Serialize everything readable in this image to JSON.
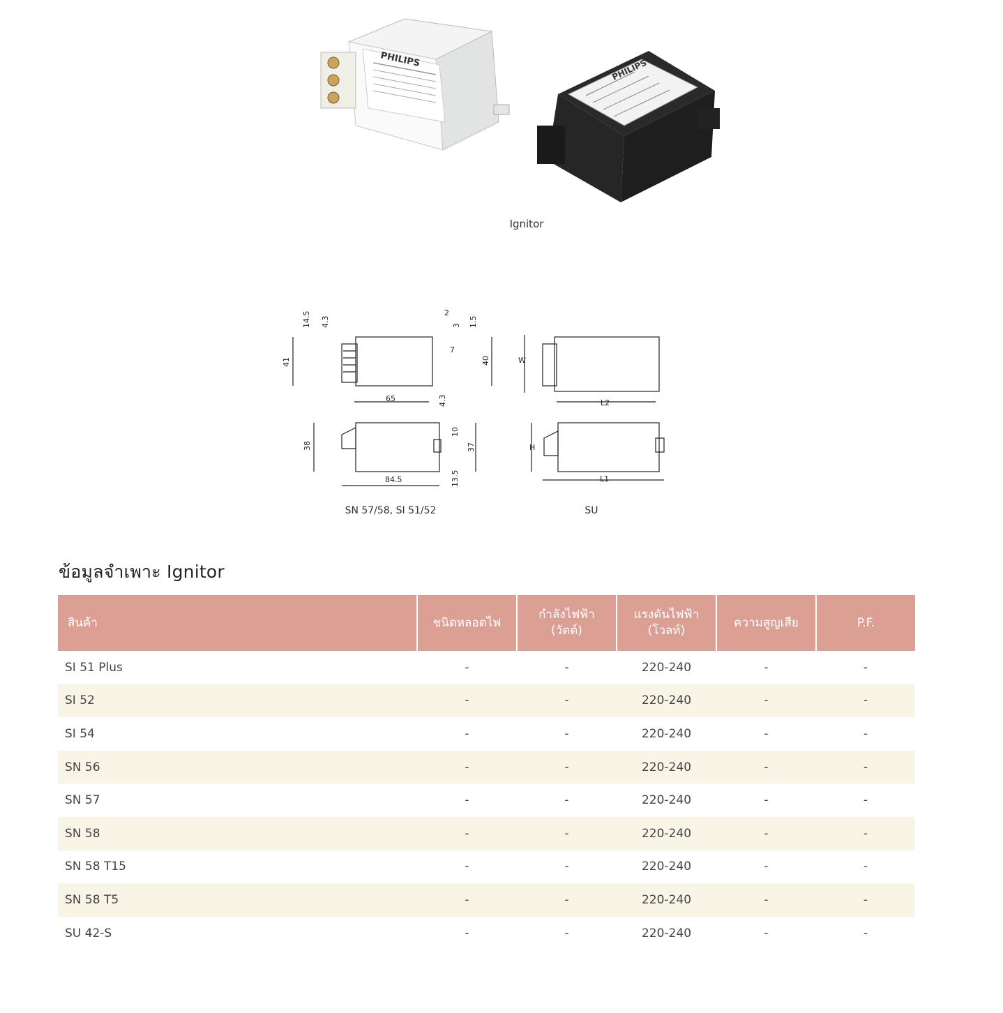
{
  "photo_caption": "Ignitor",
  "product_photos": [
    {
      "label": "SU ignitor (white)",
      "brand_text": "PHILIPS"
    },
    {
      "label": "SI 51 ignitor (black)",
      "brand_text": "PHILIPS"
    }
  ],
  "drawings": {
    "left_caption": "SN 57/58, SI 51/52",
    "right_caption": "SU",
    "left_top_dims": [
      "14.5",
      "4.3",
      "2",
      "3",
      "1.5",
      "7",
      "41",
      "40",
      "4.3",
      "65"
    ],
    "left_bottom_dims": [
      "38",
      "10",
      "37",
      "84.5",
      "13.5"
    ],
    "right_top_dims": [
      "W",
      "L2"
    ],
    "right_bottom_dims": [
      "H",
      "L1"
    ]
  },
  "section_title": "ข้อมูลจำเพาะ Ignitor",
  "table": {
    "headers": [
      "สินค้า",
      "ชนิดหลอดไฟ",
      "กำลังไฟฟ้า\n(วัตต์)",
      "แรงดันไฟฟ้า\n(โวลท์)",
      "ความสูญเสีย",
      "P.F."
    ],
    "rows": [
      [
        "SI 51 Plus",
        "-",
        "-",
        "220-240",
        "-",
        "-"
      ],
      [
        "SI 52",
        "-",
        "-",
        "220-240",
        "-",
        "-"
      ],
      [
        "SI 54",
        "-",
        "-",
        "220-240",
        "-",
        "-"
      ],
      [
        "SN 56",
        "-",
        "-",
        "220-240",
        "-",
        "-"
      ],
      [
        "SN 57",
        "-",
        "-",
        "220-240",
        "-",
        "-"
      ],
      [
        "SN 58",
        "-",
        "-",
        "220-240",
        "-",
        "-"
      ],
      [
        "SN 58 T15",
        "-",
        "-",
        "220-240",
        "-",
        "-"
      ],
      [
        "SN 58 T5",
        "-",
        "-",
        "220-240",
        "-",
        "-"
      ],
      [
        "SU 42-S",
        "-",
        "-",
        "220-240",
        "-",
        "-"
      ]
    ]
  },
  "colors": {
    "header_bg": "#dc9f93",
    "row_alt_bg": "#f8f5e6"
  }
}
